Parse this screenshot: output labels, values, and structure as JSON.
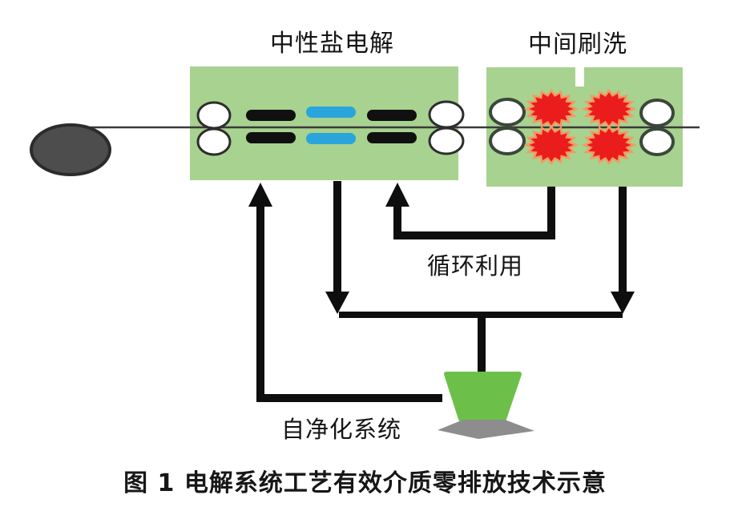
{
  "figure": {
    "labels": {
      "electrolysis": "中性盐电解",
      "brushing": "中间刷洗",
      "recycle": "循环利用",
      "self_purification": "自净化系统"
    },
    "caption": "图 1  电解系统工艺有效介质零排放技术示意",
    "colors": {
      "process_box_green": "#a7d28f",
      "electrode_black": "#101010",
      "electrode_blue": "#29a5dc",
      "brush_red": "#ea1c1c",
      "brush_edge_orange": "#f29a63",
      "funnel_green": "#6cc04a",
      "shadow_gray": "#8d8d8d",
      "coil_gray": "#4d4d4d",
      "arrow_black": "#0e0e0e",
      "strip_line": "#3a3a3a"
    },
    "components": {
      "coil_icon": "steel-coil",
      "electrolysis_section": {
        "roller_pairs": 2,
        "electrode_bar_pairs": 3
      },
      "brushing_section": {
        "roller_pairs": 2,
        "brush_roll_pairs": 2
      },
      "funnel_icon": "collection-funnel"
    }
  }
}
